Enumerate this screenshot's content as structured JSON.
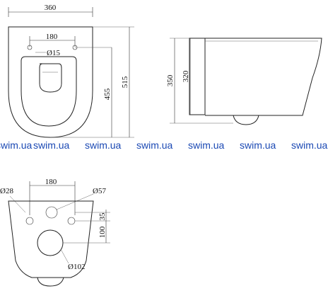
{
  "top_view": {
    "width_label": "360",
    "hole_spacing_label": "180",
    "hole_diameter_label": "Ø15",
    "depth_label": "455",
    "overall_length_label": "515"
  },
  "side_view": {
    "height_label": "350",
    "inner_height_label": "320"
  },
  "watermark": {
    "texts": [
      "swim.ua",
      "swim.ua",
      "swim.ua",
      "swim.ua",
      "swim.ua",
      "swim.ua",
      "swim.ua"
    ],
    "color": "#1b49b4"
  },
  "back_view": {
    "hole_spacing_label": "180",
    "bolt_hole_label": "Ø28",
    "inlet_label": "Ø57",
    "offset_label": "35",
    "outlet_height_label": "100",
    "outlet_label": "Ø102"
  }
}
